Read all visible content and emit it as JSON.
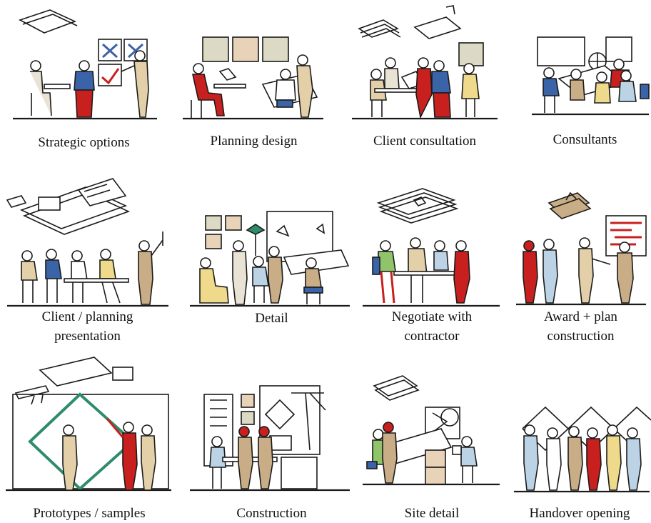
{
  "panels": [
    {
      "label": "Strategic options"
    },
    {
      "label": "Planning design"
    },
    {
      "label": "Client consultation"
    },
    {
      "label": "Consultants"
    },
    {
      "label": "Client / planning",
      "label2": "presentation"
    },
    {
      "label": "Detail"
    },
    {
      "label": "Negotiate with",
      "label2": "contractor"
    },
    {
      "label": "Award + plan",
      "label2": "construction"
    },
    {
      "label": "Prototypes / samples"
    },
    {
      "label": "Construction"
    },
    {
      "label": "Site detail"
    },
    {
      "label": "Handover opening"
    }
  ],
  "colors": {
    "ink": "#1a1a1a",
    "red": "#c8201e",
    "beige": "#e3cfa8",
    "tan": "#c9ad86",
    "blue": "#3b63a8",
    "paleblue": "#bcd3e6",
    "green": "#2f8c6a",
    "lightgreen": "#8fc46a",
    "grey": "#cfcac0",
    "yellow": "#efd98a"
  }
}
